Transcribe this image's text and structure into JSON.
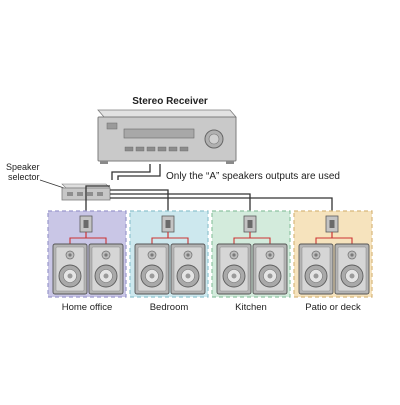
{
  "title": "Stereo Receiver",
  "speaker_selector_label": [
    "Speaker",
    "selector"
  ],
  "note": "Only the “A” speakers outputs are used",
  "zones": [
    {
      "label": "Home office",
      "color": "#9a98cc",
      "fill": "#c9c6e6"
    },
    {
      "label": "Bedroom",
      "color": "#8fc3cf",
      "fill": "#cde8ee"
    },
    {
      "label": "Kitchen",
      "color": "#8fc4a2",
      "fill": "#d3ebdc"
    },
    {
      "label": "Patio or deck",
      "color": "#d8b87c",
      "fill": "#f6e3bd"
    }
  ],
  "colors": {
    "receiver_body": "#c9c9c9",
    "receiver_edge": "#7d7d7d",
    "speaker_body": "#b5b5b5",
    "speaker_face": "#d6d6d6",
    "wire": "#333333",
    "red_wire": "#cc3333"
  },
  "icons": [
    "stereo-receiver-icon",
    "speaker-selector-icon",
    "volume-control-icon",
    "speaker-icon"
  ]
}
